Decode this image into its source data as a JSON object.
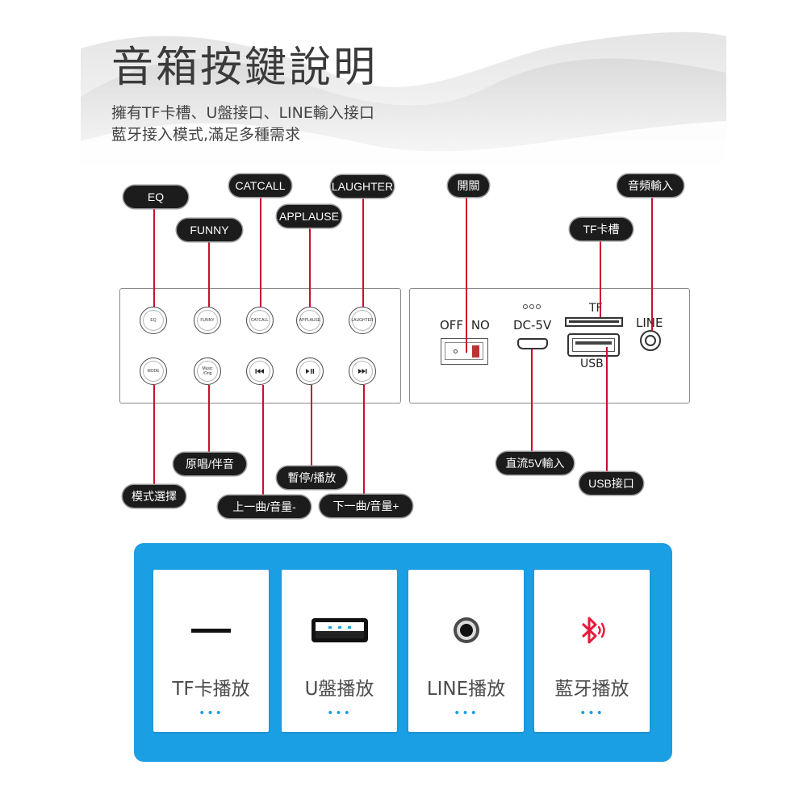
{
  "title": "音箱按鍵說明",
  "subtitle": [
    "擁有TF卡槽、U盤接口、LINE輸入接口",
    "藍牙接入模式,滿足多種需求"
  ],
  "control_panel": {
    "callouts_top": [
      "EQ",
      "FUNNY",
      "CATCALL",
      "APPLAUSE",
      "LAUGHTER"
    ],
    "buttons_top": [
      "EQ",
      "FUNNY",
      "CATCALL",
      "APPLAUSE",
      "LAUGHTER"
    ],
    "buttons_bottom": [
      {
        "text": "MODE"
      },
      {
        "lines": [
          "Music",
          "/Orig"
        ]
      },
      {
        "icon": "previous-track-icon"
      },
      {
        "icon": "play-pause-icon"
      },
      {
        "icon": "next-track-icon"
      }
    ],
    "callouts_bottom": [
      "模式選擇",
      "原唱/伴音",
      "上一曲/音量-",
      "暫停/播放",
      "下一曲/音量+"
    ]
  },
  "io_panel": {
    "callouts": {
      "power": "開關",
      "audio_in": "音頻輸入",
      "tf_slot": "TF卡槽",
      "dc_in": "直流5V輸入",
      "usb": "USB接口"
    },
    "labels": {
      "switch": "OFF NO",
      "dc": "DC-5V",
      "tf": "TF",
      "usb": "USB",
      "line": "LINE"
    },
    "icons": [
      "power-switch-icon",
      "indicator-leds-icon",
      "micro-usb-port-icon",
      "tf-slot-icon",
      "usb-port-icon",
      "line-jack-icon"
    ]
  },
  "modes": [
    {
      "label": "TF卡播放",
      "icon": "tf-card-icon",
      "dots": "•••"
    },
    {
      "label": "U盤播放",
      "icon": "usb-drive-icon",
      "dots": "•••"
    },
    {
      "label": "LINE播放",
      "icon": "audio-jack-icon",
      "dots": "•••"
    },
    {
      "label": "藍牙播放",
      "icon": "bluetooth-icon",
      "dots": "•••"
    }
  ],
  "colors": {
    "accent": "#1b9fe4",
    "callout_line": "#c8102e",
    "callout_bg": "#1c1c1c",
    "bluetooth": "#e8193c"
  }
}
